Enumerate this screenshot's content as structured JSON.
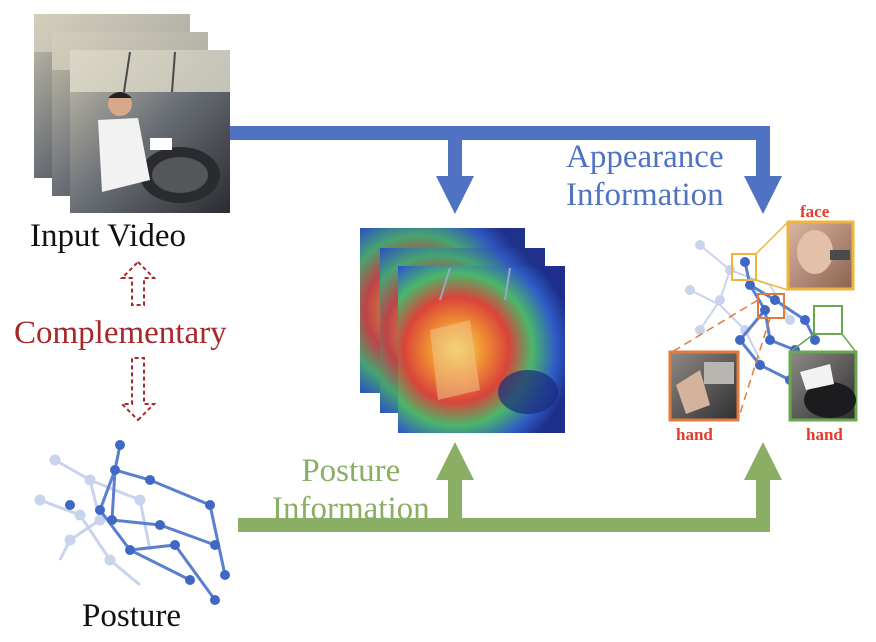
{
  "labels": {
    "input_video": "Input Video",
    "posture": "Posture",
    "complementary": "Complementary",
    "appearance_line1": "Appearance",
    "appearance_line2": "Information",
    "posture_info_line1": "Posture",
    "posture_info_line2": "Information",
    "face": "face",
    "hand_left": "hand",
    "hand_right": "hand"
  },
  "colors": {
    "appearance_arrow": "#4f73c2",
    "posture_arrow": "#8aaf64",
    "complementary": "#a8282a",
    "part_label": "#e33b2c",
    "face_box": "#f0b43a",
    "hand_left_box": "#e07a3e",
    "hand_right_box": "#6aa84f",
    "skeleton": "#3f68c4"
  }
}
